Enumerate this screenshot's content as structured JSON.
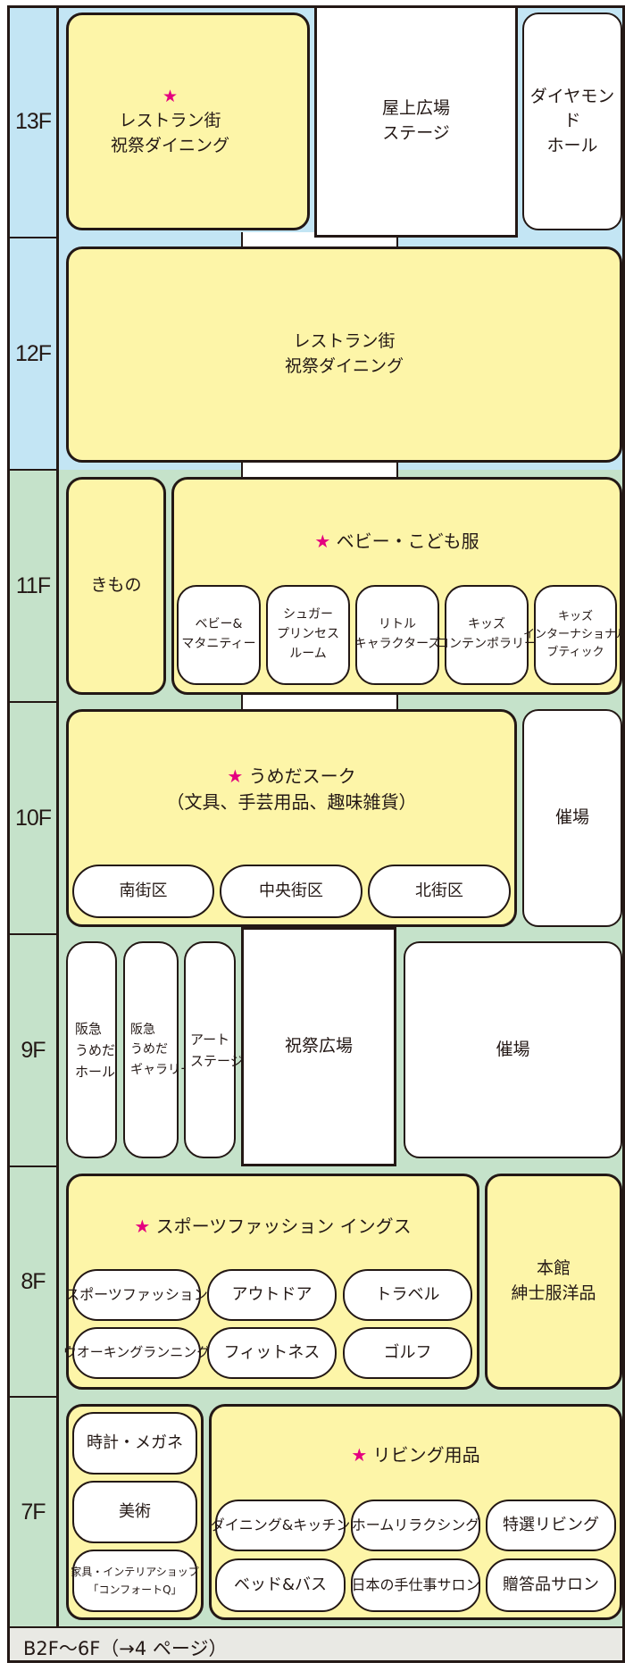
{
  "colors": {
    "blue_bg": "#c3e5f4",
    "green_bg": "#c5e2ca",
    "yellow": "#fdf5a8",
    "star": "#e4007f",
    "footer_bg": "#e9e9e4"
  },
  "star_icon": "★",
  "floors": {
    "f13": {
      "label": "13F",
      "restaurant_title": "レストラン街",
      "restaurant_sub": "祝祭ダイニング",
      "stage_l1": "屋上広場",
      "stage_l2": "ステージ",
      "hall_l1": "ダイヤモンド",
      "hall_l2": "ホール"
    },
    "f12": {
      "label": "12F",
      "title": "レストラン街",
      "sub": "祝祭ダイニング"
    },
    "f11": {
      "label": "11F",
      "kimono": "きもの",
      "title": "ベビー・こども服",
      "shops": [
        {
          "l1": "ベビー&",
          "l2": "マタニティー"
        },
        {
          "l1": "シュガー",
          "l2": "プリンセス",
          "l3": "ルーム"
        },
        {
          "l1": "リトル",
          "l2": "キャラクターズ"
        },
        {
          "l1": "キッズ",
          "l2": "コンテンポラリー"
        },
        {
          "l1": "キッズ",
          "l2": "インターナショナル",
          "l3": "ブティック"
        }
      ]
    },
    "f10": {
      "label": "10F",
      "title": "うめだスーク",
      "sub": "（文具、手芸用品、趣味雑貨）",
      "zones": [
        "南街区",
        "中央街区",
        "北街区"
      ],
      "event": "催場"
    },
    "f9": {
      "label": "9F",
      "hall": {
        "l1": "阪急",
        "l2": "うめだ",
        "l3": "ホール"
      },
      "gallery": {
        "l1": "阪急",
        "l2": "うめだ",
        "l3": "ギャラリー"
      },
      "art": {
        "l1": "アート",
        "l2": "ステージ"
      },
      "plaza": "祝祭広場",
      "event": "催場"
    },
    "f8": {
      "label": "8F",
      "title": "スポーツファッション イングス",
      "shops": [
        "スポーツファッション",
        "アウトドア",
        "トラベル",
        "ウオーキングランニング",
        "フィットネス",
        "ゴルフ"
      ],
      "annex_l1": "本館",
      "annex_l2": "紳士服洋品"
    },
    "f7": {
      "label": "7F",
      "left": [
        "時計・メガネ",
        "美術"
      ],
      "furniture_l1": "家具・インテリアショップ",
      "furniture_l2": "「コンフォートQ」",
      "title": "リビング用品",
      "shops": [
        "ダイニング&キッチン",
        "ホームリラクシング",
        "特選リビング",
        "ベッド&バス",
        "日本の手仕事サロン",
        "贈答品サロン"
      ]
    }
  },
  "footer": "B2F〜6F（→4 ページ）"
}
